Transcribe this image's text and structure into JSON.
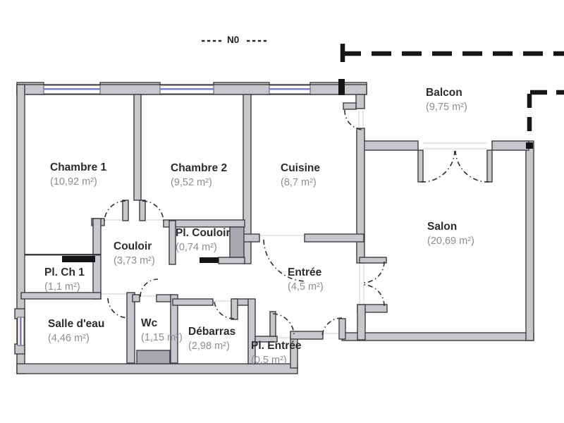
{
  "compass": {
    "label": "N0"
  },
  "rooms": {
    "balcon": {
      "name": "Balcon",
      "area": "(9,75 m²)"
    },
    "chambre1": {
      "name": "Chambre 1",
      "area": "(10,92 m²)"
    },
    "chambre2": {
      "name": "Chambre 2",
      "area": "(9,52 m²)"
    },
    "cuisine": {
      "name": "Cuisine",
      "area": "(8,7 m²)"
    },
    "salon": {
      "name": "Salon",
      "area": "(20,69 m²)"
    },
    "couloir": {
      "name": "Couloir",
      "area": "(3,73 m²)"
    },
    "plCouloir": {
      "name": "Pl. Couloir",
      "area": "(0,74 m²)"
    },
    "plCh1": {
      "name": "Pl. Ch 1",
      "area": "(1,1 m²)"
    },
    "entree": {
      "name": "Entrée",
      "area": "(4,5 m²)"
    },
    "salleDeau": {
      "name": "Salle d'eau",
      "area": "(4,46 m²)"
    },
    "wc": {
      "name": "Wc",
      "area": "(1,15 m²)"
    },
    "debarras": {
      "name": "Débarras",
      "area": "(2,98 m²)"
    },
    "plEntree": {
      "name": "Pl. Entrée",
      "area": "(0,5 m²)"
    }
  },
  "colors": {
    "wall_fill": "#c8c8cc",
    "wall_outline": "#3c3c42",
    "window_glass": "#8080cc",
    "door_arc": "#2e2e34",
    "balcony_dash": "#161616",
    "closet_fill": "#a8a8ae",
    "marker_black": "#141414",
    "room_name_text": "#2b2b30",
    "room_area_text": "#8d8d92",
    "floor": "#ffffff"
  }
}
